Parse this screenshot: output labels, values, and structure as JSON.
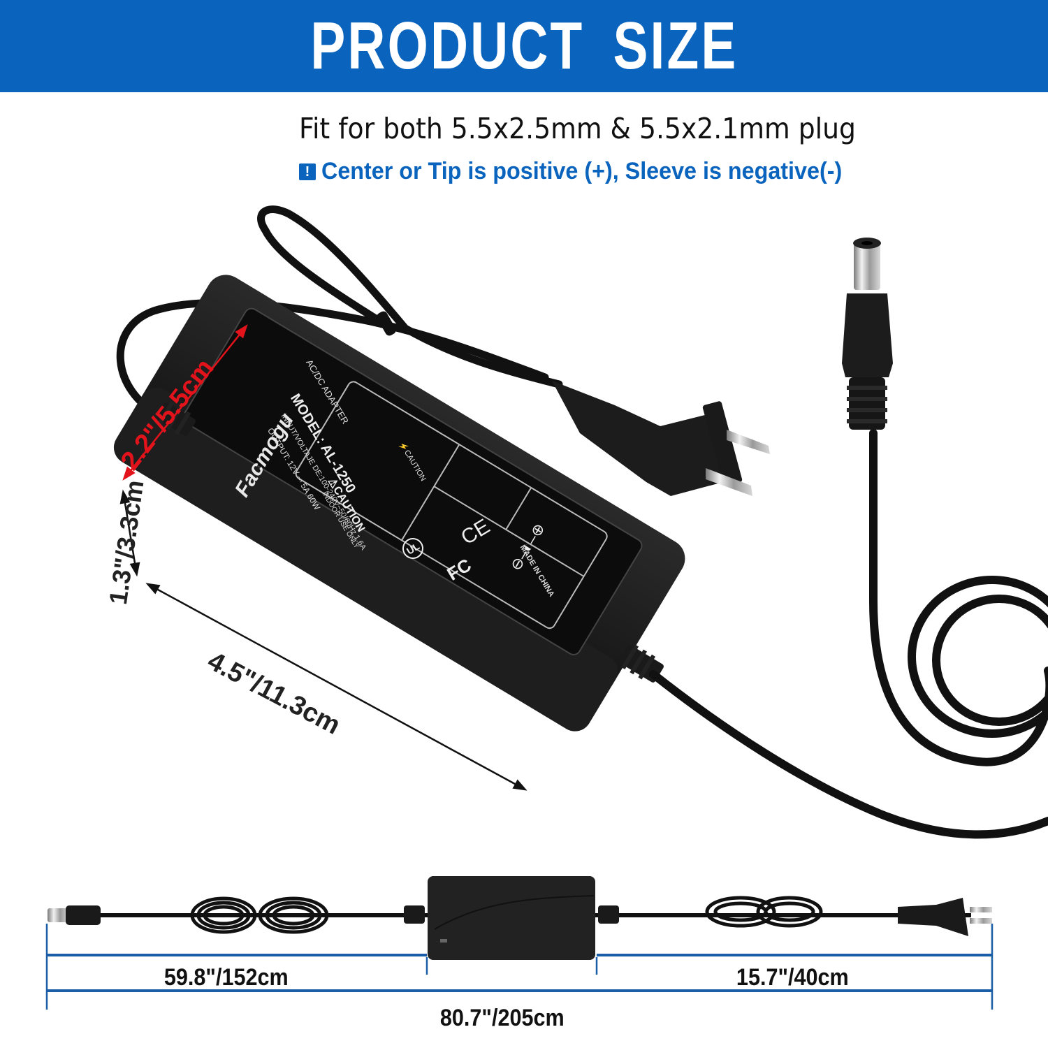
{
  "header": {
    "title": "PRODUCT SIZE",
    "background_color": "#0a64bd"
  },
  "compatibility": {
    "text": "Fit for both 5.5x2.5mm & 5.5x2.1mm plug"
  },
  "polarity_note": {
    "icon": "exclamation-icon",
    "text": "Center or Tip is positive (+), Sleeve is negative(-)",
    "color": "#0a64bd"
  },
  "adapter_label": {
    "brand": "Facmogu",
    "type": "AC/DC ADAPTER",
    "model": "MODEL: AL-1250",
    "input": "INPUT/VOLTAJE DE:100-240V~50/60Hz 1.6A",
    "output": "OUTPUT: 12V ⎓ 5A  60W",
    "caution_title": "CAUTION",
    "caution_sub": "INDOOR USE ONLY",
    "caution_right": "CAUTION",
    "made_in": "MADE IN CHINA",
    "cert_marks": [
      "UL LISTED",
      "CE",
      "FCC"
    ]
  },
  "dimensions": {
    "width": "2.2\"/5.5cm",
    "height": "1.3\"/3.3cm",
    "length": "4.5\"/11.3cm",
    "width_color": "#e3131b"
  },
  "cable_lengths": {
    "dc_cable": "59.8\"/152cm",
    "ac_cable": "15.7\"/40cm",
    "total": "80.7\"/205cm",
    "line_color": "#1b5ea8"
  }
}
